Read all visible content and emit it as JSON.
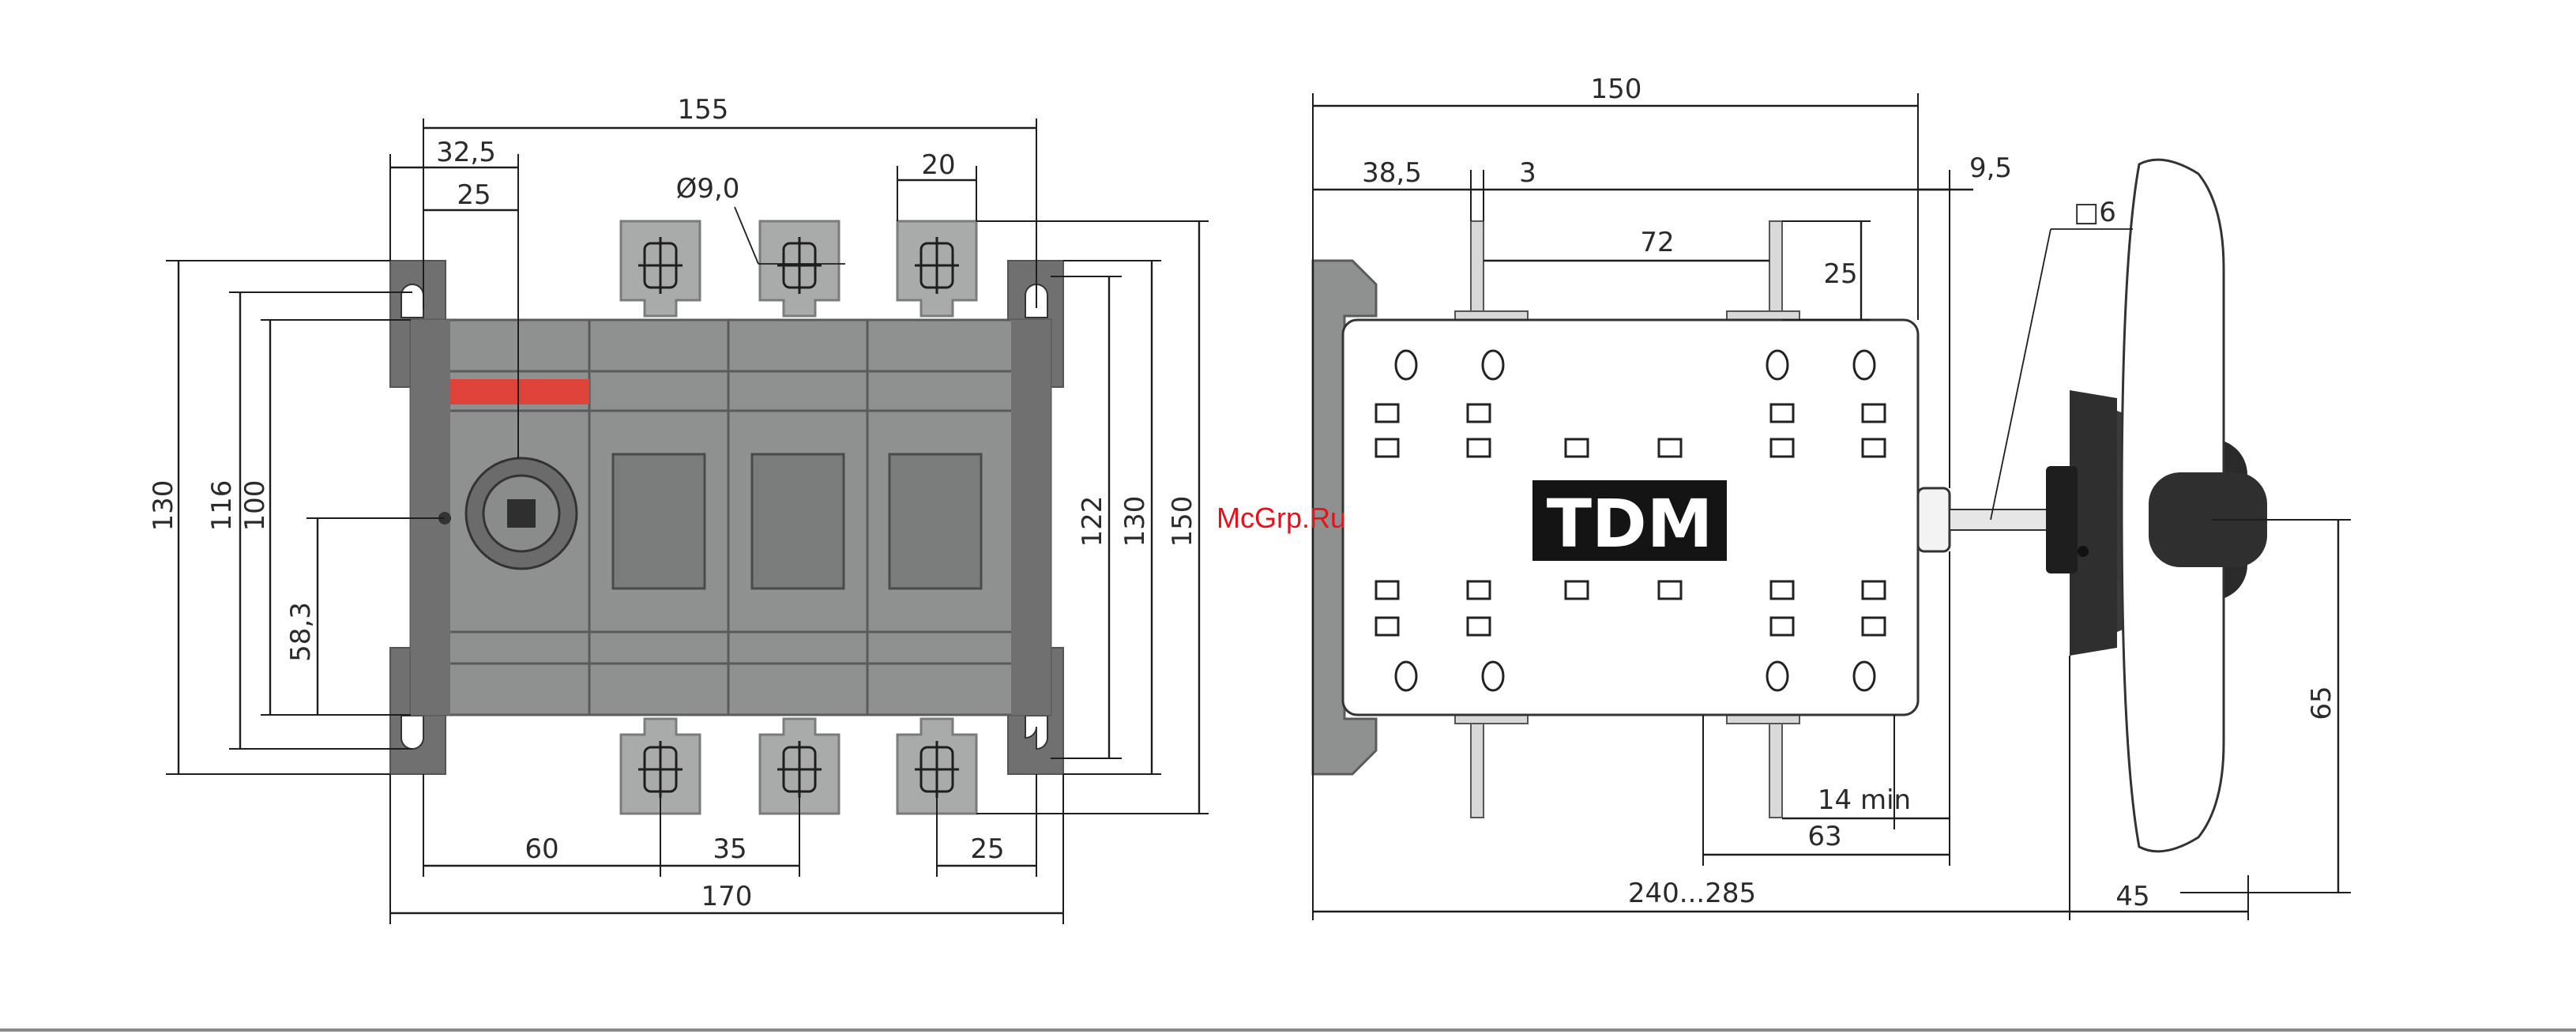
{
  "front_view": {
    "dims": {
      "overall_width": "155",
      "left_offset": "32,5",
      "left_inner": "25",
      "terminal_width": "20",
      "hole_diameter": "Ø9,0",
      "height_130": "130",
      "height_116": "116",
      "height_100": "100",
      "height_58": "58,3",
      "height_122": "122",
      "height_130_right": "130",
      "height_150": "150",
      "pitch_60": "60",
      "pitch_35": "35",
      "pitch_25": "25",
      "base_width": "170"
    }
  },
  "side_view": {
    "logo": "TDM",
    "dims": {
      "overall_width": "150",
      "left_offset": "38,5",
      "gap_3": "3",
      "terminal_span": "72",
      "terminal_height": "25",
      "shaft_gap": "9,5",
      "shaft_square": "□6",
      "min_gap": "14 min",
      "shaft_63": "63",
      "total_length": "240...285",
      "handle_height": "65",
      "handle_width": "45"
    }
  },
  "watermark": "McGrp.Ru",
  "colors": {
    "body_dark": "#6f706f",
    "body_mid": "#8f9190",
    "terminal": "#a9abaa",
    "accent_red": "#e0433a",
    "logo_bg": "#141414",
    "handle": "#3a3a3a"
  }
}
